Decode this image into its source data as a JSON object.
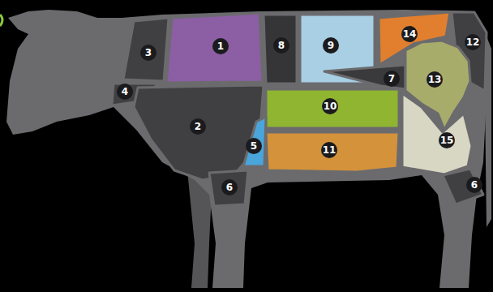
{
  "diagram": {
    "nodes": [
      {
        "text": [
          "14"
        ]
      },
      {
        "text": [
          "12"
        ]
      },
      {
        "text": [
          "8"
        ]
      },
      {
        "text": [
          "9"
        ]
      },
      {
        "text": [
          "1"
        ]
      },
      {
        "text": [
          "3"
        ]
      },
      {
        "text": [
          "7"
        ]
      },
      {
        "text": [
          "13"
        ]
      },
      {
        "text": [
          "4"
        ]
      },
      {
        "text": [
          "10"
        ]
      },
      {
        "text": [
          "2"
        ]
      },
      {
        "text": [
          "15"
        ]
      },
      {
        "text": [
          "5"
        ]
      },
      {
        "text": [
          "11"
        ]
      },
      {
        "text": [
          "6"
        ]
      },
      {
        "text": [
          "6"
        ]
      }
    ]
  }
}
